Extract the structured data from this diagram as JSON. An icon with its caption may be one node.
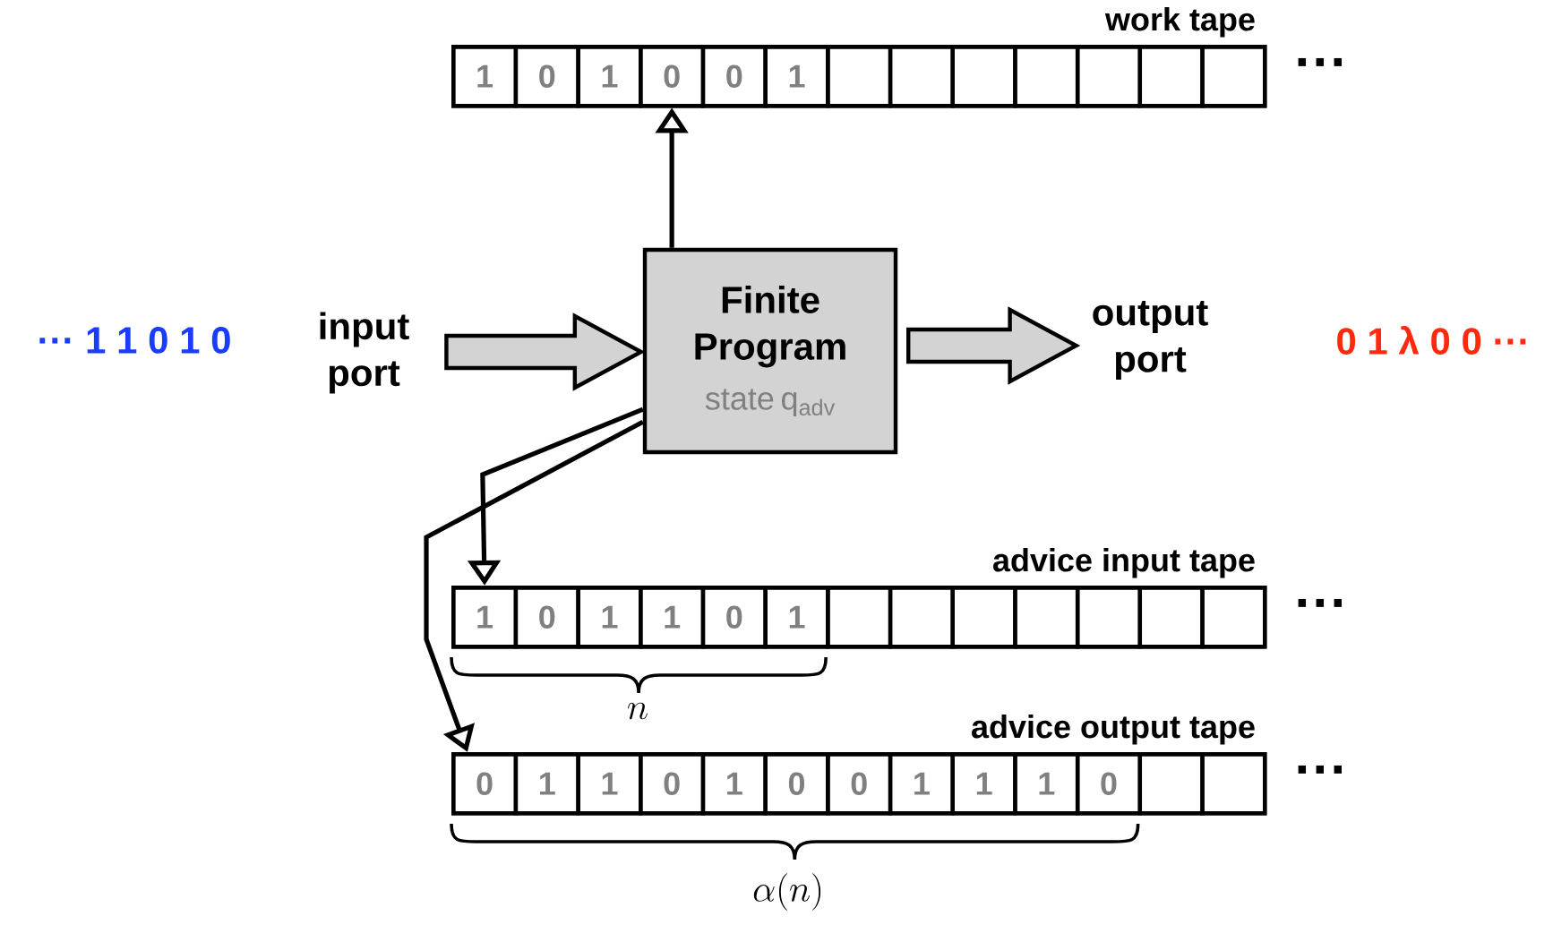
{
  "diagram": {
    "nodes": [
      {
        "text": [
          "work tape"
        ],
        "beside": [
          "···"
        ]
      },
      {
        "text": [
          "1"
        ],
        "in": 0
      },
      {
        "text": [
          "0"
        ],
        "in": 0
      },
      {
        "text": [
          "1"
        ],
        "in": 0
      },
      {
        "text": [
          "0"
        ],
        "in": 0
      },
      {
        "text": [
          "0"
        ],
        "in": 0
      },
      {
        "text": [
          "1"
        ],
        "in": 0
      },
      {
        "text": [],
        "shape": "box",
        "in": 0
      },
      {
        "text": [],
        "shape": "box",
        "in": 0
      },
      {
        "text": [],
        "shape": "box",
        "in": 0
      },
      {
        "text": [],
        "shape": "box",
        "in": 0
      },
      {
        "text": [],
        "shape": "box",
        "in": 0
      },
      {
        "text": [],
        "shape": "box",
        "in": 0
      },
      {
        "text": [],
        "shape": "box",
        "in": 0
      },
      {
        "text": [
          "input port"
        ]
      },
      {
        "text": [
          "Finite Program",
          "state q$_{adv}$"
        ]
      },
      {
        "text": [
          "output port"
        ]
      },
      {
        "text": [
          "advice input tape"
        ],
        "beside": [
          "···"
        ]
      },
      {
        "text": [
          "1"
        ],
        "in": 17
      },
      {
        "text": [
          "0"
        ],
        "in": 17
      },
      {
        "text": [
          "1"
        ],
        "in": 17
      },
      {
        "text": [
          "1"
        ],
        "in": 17
      },
      {
        "text": [
          "0"
        ],
        "in": 17
      },
      {
        "text": [
          "1"
        ],
        "in": 17
      },
      {
        "text": [],
        "shape": "box",
        "in": 17
      },
      {
        "text": [],
        "shape": "box",
        "in": 17
      },
      {
        "text": [],
        "shape": "box",
        "in": 17
      },
      {
        "text": [],
        "shape": "box",
        "in": 17
      },
      {
        "text": [],
        "shape": "box",
        "in": 17
      },
      {
        "text": [],
        "shape": "box",
        "in": 17
      },
      {
        "text": [],
        "shape": "box",
        "in": 17
      },
      {
        "text": [
          "advice output tape"
        ],
        "beside": [
          "···"
        ]
      },
      {
        "text": [
          "0"
        ],
        "in": 31
      },
      {
        "text": [
          "1"
        ],
        "in": 31
      },
      {
        "text": [
          "1"
        ],
        "in": 31
      },
      {
        "text": [
          "0"
        ],
        "in": 31
      },
      {
        "text": [
          "1"
        ],
        "in": 31
      },
      {
        "text": [
          "0"
        ],
        "in": 31
      },
      {
        "text": [
          "0"
        ],
        "in": 31
      },
      {
        "text": [
          "1"
        ],
        "in": 31
      },
      {
        "text": [
          "1"
        ],
        "in": 31
      },
      {
        "text": [
          "1"
        ],
        "in": 31
      },
      {
        "text": [
          "0"
        ],
        "in": 31
      },
      {
        "text": [],
        "shape": "box",
        "in": 31
      },
      {
        "text": [],
        "shape": "box",
        "in": 31
      }
    ],
    "edges": [
      {
        "from": 15,
        "to": 4,
        "arrow": "to"
      },
      {
        "from": 14,
        "to": 15,
        "arrow": "to",
        "style": "thick"
      },
      {
        "from": 15,
        "to": 16,
        "arrow": "to",
        "style": "thick"
      },
      {
        "from": 15,
        "to": 18,
        "arrow": "to"
      },
      {
        "from": 15,
        "to": 32,
        "arrow": "to"
      }
    ],
    "labels": [
      "··· 1 1 0 1 0",
      "0 1 λ 0 0 ···",
      "n",
      "\\alpha(n)"
    ]
  }
}
